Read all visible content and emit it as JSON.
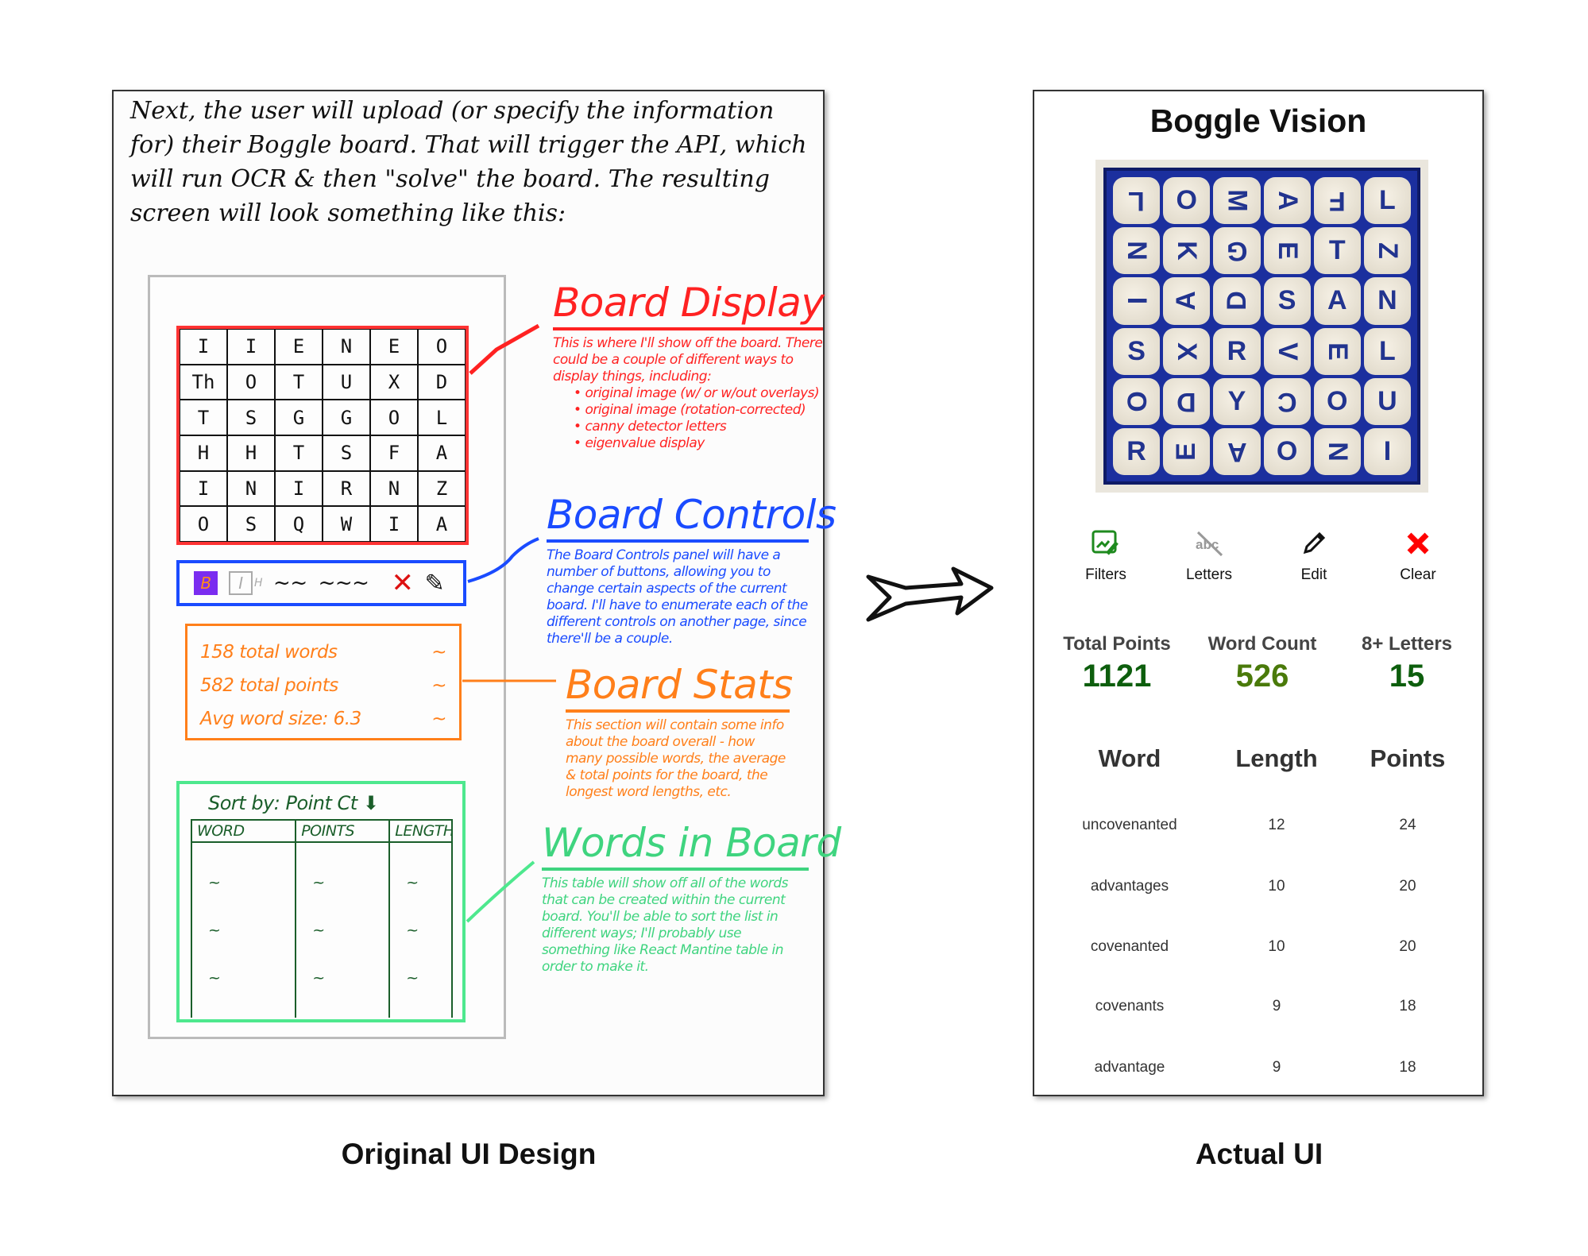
{
  "captions": {
    "left": "Original UI Design",
    "right": "Actual UI"
  },
  "sketch": {
    "intro": "Next, the user will upload (or specify the information for) their Boggle board. That will trigger the API, which will run OCR & then \"solve\" the board. The resulting screen will look something like this:",
    "board_letters": [
      "I",
      "I",
      "E",
      "N",
      "E",
      "O",
      "Th",
      "O",
      "T",
      "U",
      "X",
      "D",
      "T",
      "S",
      "G",
      "G",
      "O",
      "L",
      "H",
      "H",
      "T",
      "S",
      "F",
      "A",
      "I",
      "N",
      "I",
      "R",
      "N",
      "Z",
      "O",
      "S",
      "Q",
      "W",
      "I",
      "A"
    ],
    "controls": {
      "icon_b": "B",
      "icon_i": "I",
      "icon_h": "H",
      "squiggle1": "~~",
      "squiggle2": "~~~"
    },
    "stats": [
      "158 total words",
      "582 total points",
      "Avg word size: 6.3"
    ],
    "words": {
      "sort_label": "Sort by: Point Ct",
      "headers": [
        "WORD",
        "POINTS",
        "LENGTH"
      ]
    },
    "colors": {
      "display": "#ff3333",
      "controls": "#1a4bff",
      "stats": "#ff7f1a",
      "words": "#4ee88e"
    }
  },
  "notes": {
    "display": {
      "title": "Board Display",
      "text": "This is where I'll show off the board. There could be a couple of different ways to display things, including:",
      "bullets": [
        "original image (w/ or w/out overlays)",
        "original image (rotation-corrected)",
        "canny detector letters",
        "eigenvalue display"
      ]
    },
    "controls": {
      "title": "Board Controls",
      "text": "The Board Controls panel will have a number of buttons, allowing you to change certain aspects of the current board. I'll have to enumerate each of the different controls on another page, since there'll be a couple."
    },
    "stats": {
      "title": "Board Stats",
      "text": "This section will contain some info about the board overall - how many possible words, the average & total points for the board, the longest word lengths, etc."
    },
    "words": {
      "title": "Words in Board",
      "text": "This table will show off all of the words that can be created within the current board. You'll be able to sort the list in different ways; I'll probably use something like React Mantine table in order to make it."
    }
  },
  "app": {
    "title": "Boggle Vision",
    "board_letters": [
      "L",
      "O",
      "M",
      "A",
      "F",
      "L",
      "N",
      "K",
      "G",
      "E",
      "T",
      "Z",
      "I",
      "A",
      "D",
      "S",
      "A",
      "N",
      "S",
      "X",
      "R",
      "V",
      "E",
      "L",
      "O",
      "D",
      "Y",
      "C",
      "O",
      "U",
      "R",
      "E",
      "A",
      "O",
      "N",
      "I"
    ],
    "controls": [
      {
        "label": "Filters",
        "icon": "image-edit-icon",
        "color": "#1e8a1e"
      },
      {
        "label": "Letters",
        "icon": "text-off-icon",
        "color": "#999999"
      },
      {
        "label": "Edit",
        "icon": "pencil-icon",
        "color": "#111111"
      },
      {
        "label": "Clear",
        "icon": "x-icon",
        "color": "#ff0000"
      }
    ],
    "stats": [
      {
        "label": "Total Points",
        "value": "1121",
        "color": "#0d5e0d"
      },
      {
        "label": "Word Count",
        "value": "526",
        "color": "#4a7a0a"
      },
      {
        "label": "8+ Letters",
        "value": "15",
        "color": "#0d5e0d"
      }
    ],
    "table": {
      "headers": [
        "Word",
        "Length",
        "Points"
      ],
      "rows": [
        [
          "uncovenanted",
          "12",
          "24"
        ],
        [
          "advantages",
          "10",
          "20"
        ],
        [
          "covenanted",
          "10",
          "20"
        ],
        [
          "covenants",
          "9",
          "18"
        ],
        [
          "advantage",
          "9",
          "18"
        ]
      ]
    }
  }
}
